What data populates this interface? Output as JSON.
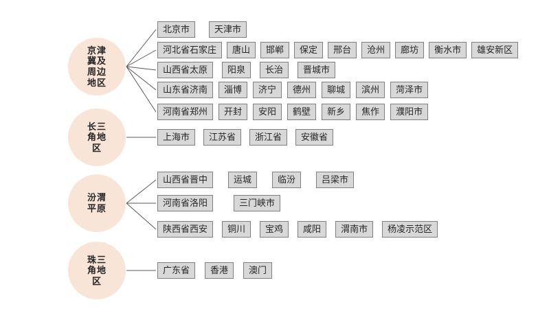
{
  "diagram": {
    "colors": {
      "background": "#ffffff",
      "circle_bg": "#f9e4d8",
      "box_bg": "#d8d8d8",
      "box_border": "#7f7f7f",
      "line": "#595959",
      "text": "#262626"
    },
    "groups": [
      {
        "name": "jingjinji",
        "circle_label_lines": [
          "京津",
          "冀及",
          "周边",
          "地区"
        ],
        "rows": [
          {
            "gap": 20,
            "boxes": [
              "北京市",
              "天津市"
            ]
          },
          {
            "gap": 7,
            "boxes": [
              "河北省石家庄",
              "唐山",
              "邯郸",
              "保定",
              "邢台",
              "沧州",
              "廊坊",
              "衡水市",
              "雄安新区"
            ]
          },
          {
            "gap": 13,
            "boxes": [
              "山西省太原",
              "阳泉",
              "长治",
              "晋城市"
            ]
          },
          {
            "gap": 8,
            "boxes": [
              "山东省济南",
              "淄博",
              "济宁",
              "德州",
              "聊城",
              "滨州",
              "菏泽市"
            ]
          },
          {
            "gap": 8,
            "boxes": [
              "河南省郑州",
              "开封",
              "安阳",
              "鹤壁",
              "新乡",
              "焦作",
              "濮阳市"
            ]
          }
        ]
      },
      {
        "name": "changsanjiao",
        "circle_label_lines": [
          "长三",
          "角地",
          "区"
        ],
        "rows": [
          {
            "gap": 12,
            "boxes": [
              "上海市",
              "江苏省",
              "浙江省",
              "安徽省"
            ]
          }
        ]
      },
      {
        "name": "fenwei",
        "circle_label_lines": [
          "汾渭",
          "平原"
        ],
        "rows": [
          {
            "gap": 22,
            "boxes": [
              "山西省晋中",
              "运城",
              "临汾",
              "吕梁市"
            ]
          },
          {
            "gap": 30,
            "boxes": [
              "河南省洛阳",
              "三门峡市"
            ]
          },
          {
            "gap": 13,
            "boxes": [
              "陕西省西安",
              "铜川",
              "宝鸡",
              "咸阳",
              "渭南市",
              "杨凌示范区"
            ]
          }
        ]
      },
      {
        "name": "zhusanjiao",
        "circle_label_lines": [
          "珠三",
          "角地",
          "区"
        ],
        "rows": [
          {
            "gap": 14,
            "boxes": [
              "广东省",
              "香港",
              "澳门"
            ]
          }
        ]
      }
    ]
  }
}
